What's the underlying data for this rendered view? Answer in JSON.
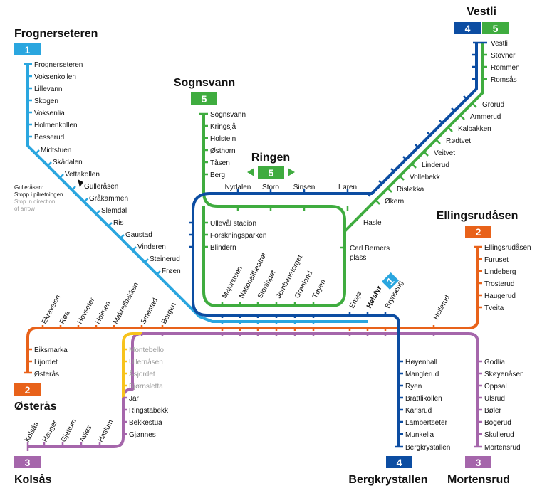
{
  "terminals": {
    "frognerseteren": "Frognerseteren",
    "vestli": "Vestli",
    "sognsvann": "Sognsvann",
    "ringen": "Ringen",
    "ellingsrudasen": "Ellingsrudåsen",
    "osteras": "Østerås",
    "kolsas": "Kolsås",
    "bergkrystallen": "Bergkrystallen",
    "mortensrud": "Mortensrud"
  },
  "line_numbers": {
    "l1": "1",
    "l2": "2",
    "l3": "3",
    "l4": "4",
    "l5": "5"
  },
  "colors": {
    "line1": "#2aa6df",
    "line2": "#e8621a",
    "line3": "#a566ab",
    "line4": "#0c4da2",
    "line5": "#3fac3f",
    "branch3": "#f7c31c"
  },
  "note": {
    "line1": "Gulleråsen:",
    "line2": "Stopp i pilretningen",
    "line3": "Stop in direction",
    "line4": "of arrow"
  },
  "stations": {
    "line1": [
      "Frognerseteren",
      "Voksenkollen",
      "Lillevann",
      "Skogen",
      "Voksenlia",
      "Holmenkollen",
      "Besserud",
      "Midtstuen",
      "Skådalen",
      "Vettakollen",
      "Gulleråsen",
      "Gråkammen",
      "Slemdal",
      "Ris",
      "Gaustad",
      "Vinderen",
      "Steinerud",
      "Frøen"
    ],
    "line5_north": [
      "Sognsvann",
      "Kringsjå",
      "Holstein",
      "Østhorn",
      "Tåsen",
      "Berg"
    ],
    "vestli": [
      "Vestli",
      "Stovner",
      "Rommen",
      "Romsås",
      "Grorud",
      "Ammerud",
      "Kalbakken",
      "Rødtvet",
      "Veitvet",
      "Linderud",
      "Vollebekk",
      "Risløkka",
      "Økern",
      "Hasle",
      "Carl Berners",
      "plass"
    ],
    "ring_top": [
      "Nydalen",
      "Storo",
      "Sinsen",
      "Løren"
    ],
    "ring_west": [
      "Ullevål stadion",
      "Forskningsparken",
      "Blindern"
    ],
    "trunk": [
      "Majorstuen",
      "Nationaltheatret",
      "Stortinget",
      "Jernbanetorget",
      "Grønland",
      "Tøyen",
      "Ensjø",
      "Helsfyr",
      "Brynseng",
      "Hellerud"
    ],
    "west_trunk": [
      "Ekraveien",
      "Røa",
      "Hovseter",
      "Holmen",
      "Makrellbekken",
      "Smestad",
      "Borgen"
    ],
    "line2_west": [
      "Eiksmarka",
      "Lijordet",
      "Østerås"
    ],
    "line3_west": [
      "Montebello",
      "Ullernåsen",
      "Åsjordet",
      "Bjørnsletta",
      "Jar",
      "Ringstabekk",
      "Bekkestua",
      "Gjønnes"
    ],
    "line3_bottom": [
      "Kolsås",
      "Hauger",
      "Gjettum",
      "Avløs",
      "Haslum"
    ],
    "line2_east": [
      "Ellingsrudåsen",
      "Furuset",
      "Lindeberg",
      "Trosterud",
      "Haugerud",
      "Tveita"
    ],
    "line4_south": [
      "Høyenhall",
      "Manglerud",
      "Ryen",
      "Brattlikollen",
      "Karlsrud",
      "Lambertseter",
      "Munkelia",
      "Bergkrystallen"
    ],
    "line3_east": [
      "Godlia",
      "Skøyenåsen",
      "Oppsal",
      "Ulsrud",
      "Bøler",
      "Bogerud",
      "Skullerud",
      "Mortensrud"
    ]
  }
}
